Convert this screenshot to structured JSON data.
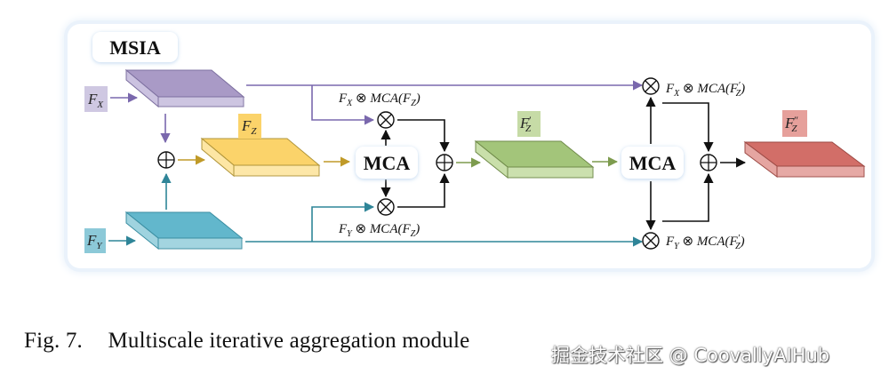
{
  "figure": {
    "module_title": "MSIA",
    "caption_number": "Fig. 7.",
    "caption_text": "Multiscale iterative aggregation module",
    "watermark": "掘金技术社区 @ CoovallyAIHub"
  },
  "inputs": {
    "fx": {
      "main": "F",
      "sub": "X"
    },
    "fy": {
      "main": "F",
      "sub": "Y"
    }
  },
  "features": {
    "fz": {
      "main": "F",
      "sub": "Z",
      "prime": ""
    },
    "fz_prime": {
      "main": "F",
      "sub": "Z",
      "prime": "′"
    },
    "fz_double_prime": {
      "main": "F",
      "sub": "Z",
      "prime": "″"
    }
  },
  "blocks": {
    "mca1": "MCA",
    "mca2": "MCA"
  },
  "formulas": {
    "f1_top": {
      "lhs": "F",
      "lhs_sub": "X",
      "op": "⊗",
      "fn": "MCA(",
      "arg": "F",
      "arg_sub": "Z",
      "arg_prime": "",
      "close": ")"
    },
    "f1_bottom": {
      "lhs": "F",
      "lhs_sub": "Y",
      "op": "⊗",
      "fn": "MCA(",
      "arg": "F",
      "arg_sub": "Z",
      "arg_prime": "",
      "close": ")"
    },
    "f2_top": {
      "lhs": "F",
      "lhs_sub": "X",
      "op": "⊗",
      "fn": "MCA(",
      "arg": "F",
      "arg_sub": "Z",
      "arg_prime": "′",
      "close": ")"
    },
    "f2_bottom": {
      "lhs": "F",
      "lhs_sub": "Y",
      "op": "⊗",
      "fn": "MCA(",
      "arg": "F",
      "arg_sub": "Z",
      "arg_prime": "′",
      "close": ")"
    }
  },
  "operators": {
    "add": "⊕",
    "multiply": "⊗"
  },
  "colors": {
    "fx": "#a99ac6",
    "fx_side": "#cbc2e0",
    "fx_line": "#7a68ad",
    "fx_label_bg": "#cfc8e2",
    "fy": "#62b7cc",
    "fy_side": "#9fd3df",
    "fy_line": "#2f8598",
    "fy_label_bg": "#8cc9d8",
    "fz": "#fbd36a",
    "fz_side": "#fde6a4",
    "fz_line": "#c09a28",
    "fz_label_bg": "#fbd36a",
    "fzp": "#a3c57a",
    "fzp_side": "#c9dfaa",
    "fzp_line": "#7d9b4e",
    "fzp_label_bg": "#c6dba6",
    "fzpp": "#d26e68",
    "fzpp_side": "#e5a5a1",
    "fzpp_line": "#b34a44",
    "fzpp_label_bg": "#e6a09b",
    "arrow_black": "#111111"
  }
}
